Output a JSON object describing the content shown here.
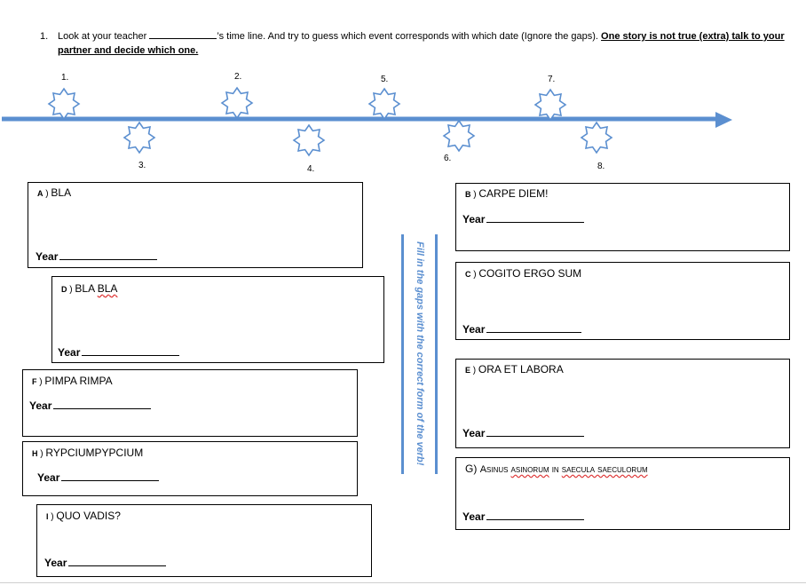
{
  "instructions": {
    "number": "1.",
    "text_before_blank": "Look at your teacher ",
    "text_after_blank": "’s time line. And try to guess which event corresponds with which date (Ignore the gaps). ",
    "bold_text": "One story is not true (extra) talk to your partner and decide which one."
  },
  "timeline": {
    "color": "#5b8fd0",
    "ticks": [
      "1.",
      "2.",
      "3.",
      "4.",
      "5.",
      "6.",
      "7.",
      "8."
    ]
  },
  "side_instruction": "Fill in the gaps with the correct form of the verb!",
  "cards": [
    {
      "letter": "A",
      "title": "BLA",
      "year_label": "Year"
    },
    {
      "letter": "B",
      "title": "CARPE DIEM!",
      "year_label": "Year"
    },
    {
      "letter": "C",
      "title": "COGITO ERGO SUM",
      "year_label": "Year"
    },
    {
      "letter": "D",
      "title_plain": "BLA ",
      "title_wavy": "BLA",
      "year_label": "Year"
    },
    {
      "letter": "E",
      "title": "ORA ET LABORA",
      "year_label": "Year"
    },
    {
      "letter": "F",
      "title": "PIMPA RIMPA",
      "year_label": "Year"
    },
    {
      "prefix": "G)",
      "title_plain1": "Asinus ",
      "title_wavy1": "asinorum",
      "title_plain2": " in ",
      "title_wavy2": "saecula saeculorum",
      "year_label": "Year"
    },
    {
      "letter": "H",
      "title": "RYPCIUMPYPCIUM",
      "year_label": "Year"
    },
    {
      "letter": "I",
      "title": "QUO VADIS?",
      "year_label": "Year"
    }
  ]
}
